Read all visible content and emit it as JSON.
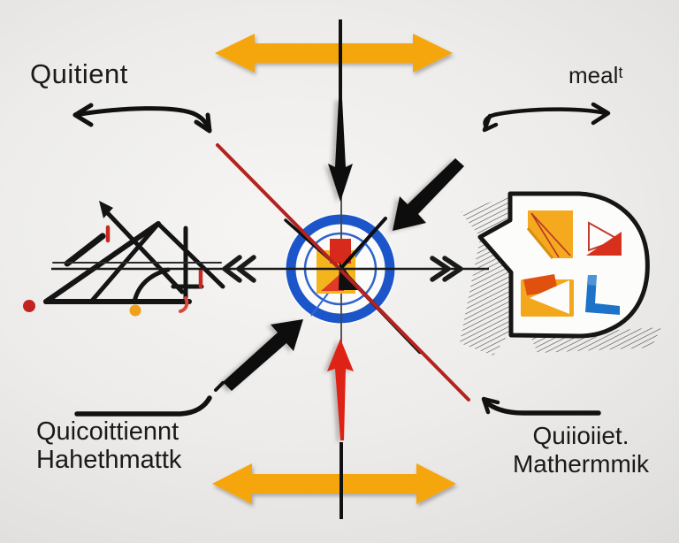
{
  "title": "Abstract mathematics concept diagram",
  "labels": {
    "top_left": "Quitient",
    "top_right": "mealᵗ",
    "bottom_left_line1": "Quicoittiennt",
    "bottom_left_line2": "Hahethmattk",
    "bottom_right_line1": "Quiioiiet.",
    "bottom_right_line2": "Mathermmik"
  },
  "colors": {
    "background": "#ebeae8",
    "ink": "#141414",
    "accent_orange": "#f6a60f",
    "accent_blue_ring": "#1b55c9",
    "accent_blue_icon": "#1c73c8",
    "accent_red": "#d8291d",
    "red_line": "#b3231f",
    "yellow_rect": "#f4b41c"
  },
  "graphics": {
    "top_double_arrow": "orange horizontal double-headed arrow",
    "bottom_double_arrow": "orange horizontal double-headed arrow",
    "down_arrow": "black tapered arrow pointing down at center",
    "up_red_arrow": "red tapered arrow pointing up at center",
    "diagonal_arrow_top_right": "black thick arrow pointing down-left at center",
    "diagonal_arrow_bottom_left": "black thick arrow pointing up-right at center",
    "target_emblem": "blue double ring with yellow/red rectangles and clock hands",
    "triangle_sketch": "black line drawing of overlapping triangles with red and orange dots",
    "speech_bubble": "sketched D-shaped bubble with document, play, folder and blue-L icons",
    "red_diagonal_line": "thin crimson line crossing the center",
    "axis_line": "horizontal line with double chevrons on both sides of center"
  }
}
